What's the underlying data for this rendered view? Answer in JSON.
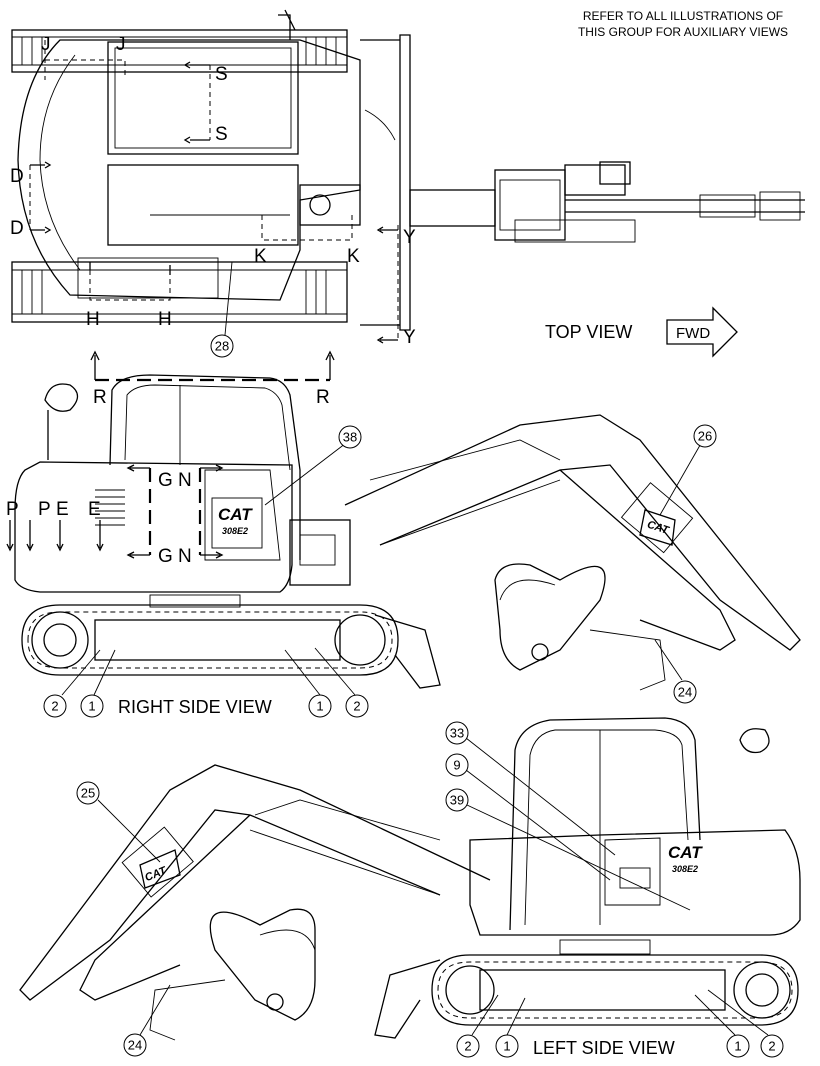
{
  "notes": {
    "refer_line1": "REFER TO ALL ILLUSTRATIONS OF",
    "refer_line2": "THIS GROUP FOR AUXILIARY VIEWS"
  },
  "views": {
    "top": "TOP VIEW",
    "right": "RIGHT SIDE VIEW",
    "left": "LEFT SIDE VIEW",
    "fwd": "FWD"
  },
  "section_labels": {
    "J": "J",
    "S": "S",
    "D": "D",
    "H": "H",
    "K": "K",
    "Y": "Y",
    "R": "R",
    "G": "G",
    "N": "N",
    "P": "P",
    "E": "E"
  },
  "logos": {
    "brand": "CAT",
    "model": "308E2"
  },
  "callouts": {
    "c28": "28",
    "c38": "38",
    "c26": "26",
    "c24": "24",
    "c25": "25",
    "c33": "33",
    "c9": "9",
    "c39": "39",
    "c1": "1",
    "c2": "2"
  }
}
